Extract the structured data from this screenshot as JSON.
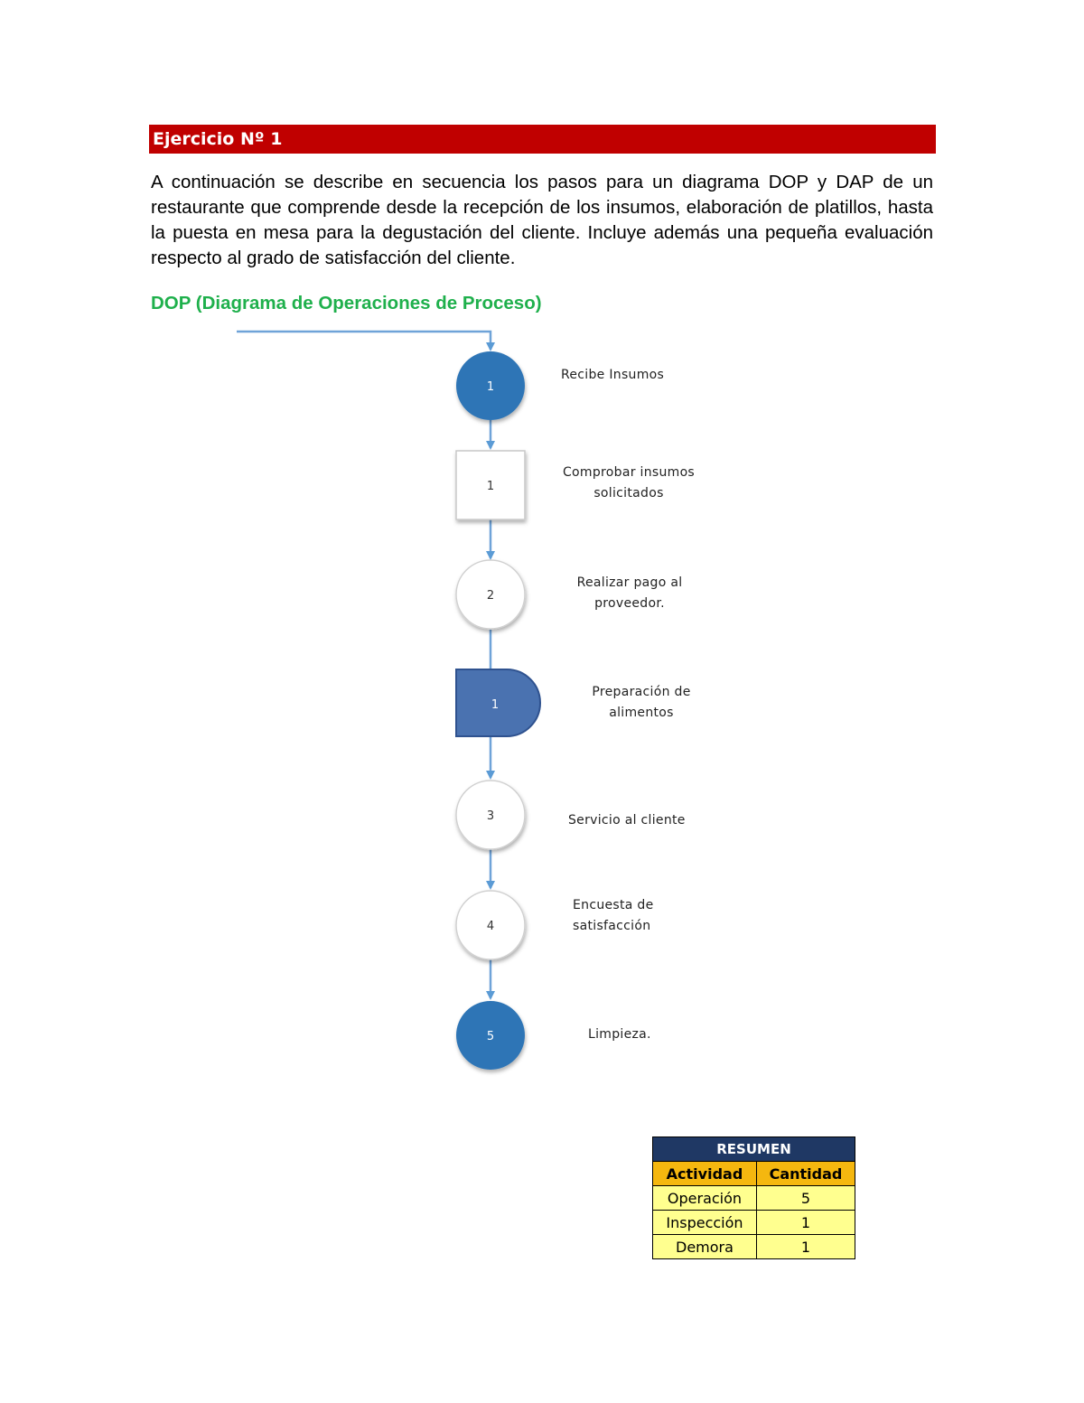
{
  "header": {
    "title": "Ejercicio Nº 1"
  },
  "intro": {
    "text": "A continuación se describe en secuencia los pasos para un diagrama DOP y DAP de un restaurante que comprende desde la recepción de los insumos, elaboración de platillos, hasta la puesta en mesa para la degustación del cliente. Incluye además una pequeña evaluación respecto al grado de satisfacción del cliente."
  },
  "dop": {
    "title": "DOP (Diagrama de Operaciones de Proceso)",
    "steps": [
      {
        "shape": "circle-filled",
        "number": "1",
        "label_line1": "Recibe Insumos",
        "label_line2": ""
      },
      {
        "shape": "square",
        "number": "1",
        "label_line1": "Comprobar insumos",
        "label_line2": "solicitados"
      },
      {
        "shape": "circle",
        "number": "2",
        "label_line1": "Realizar pago al",
        "label_line2": "proveedor."
      },
      {
        "shape": "delay-filled",
        "number": "1",
        "label_line1": "Preparación de",
        "label_line2": "alimentos"
      },
      {
        "shape": "circle",
        "number": "3",
        "label_line1": "Servicio al cliente",
        "label_line2": ""
      },
      {
        "shape": "circle",
        "number": "4",
        "label_line1": "Encuesta de",
        "label_line2": "satisfacción"
      },
      {
        "shape": "circle-filled",
        "number": "5",
        "label_line1": "Limpieza.",
        "label_line2": ""
      }
    ],
    "colors": {
      "filled": "#2e75b6",
      "delay_fill": "#4a72b0",
      "line": "#6fa3d8"
    }
  },
  "resumen": {
    "title": "RESUMEN",
    "headers": [
      "Actividad",
      "Cantidad"
    ],
    "rows": [
      [
        "Operación",
        "5"
      ],
      [
        "Inspección",
        "1"
      ],
      [
        "Demora",
        "1"
      ]
    ],
    "colors": {
      "title_bg": "#1f3864",
      "header_bg": "#f5b70f",
      "body_bg": "#ffff8f"
    }
  }
}
